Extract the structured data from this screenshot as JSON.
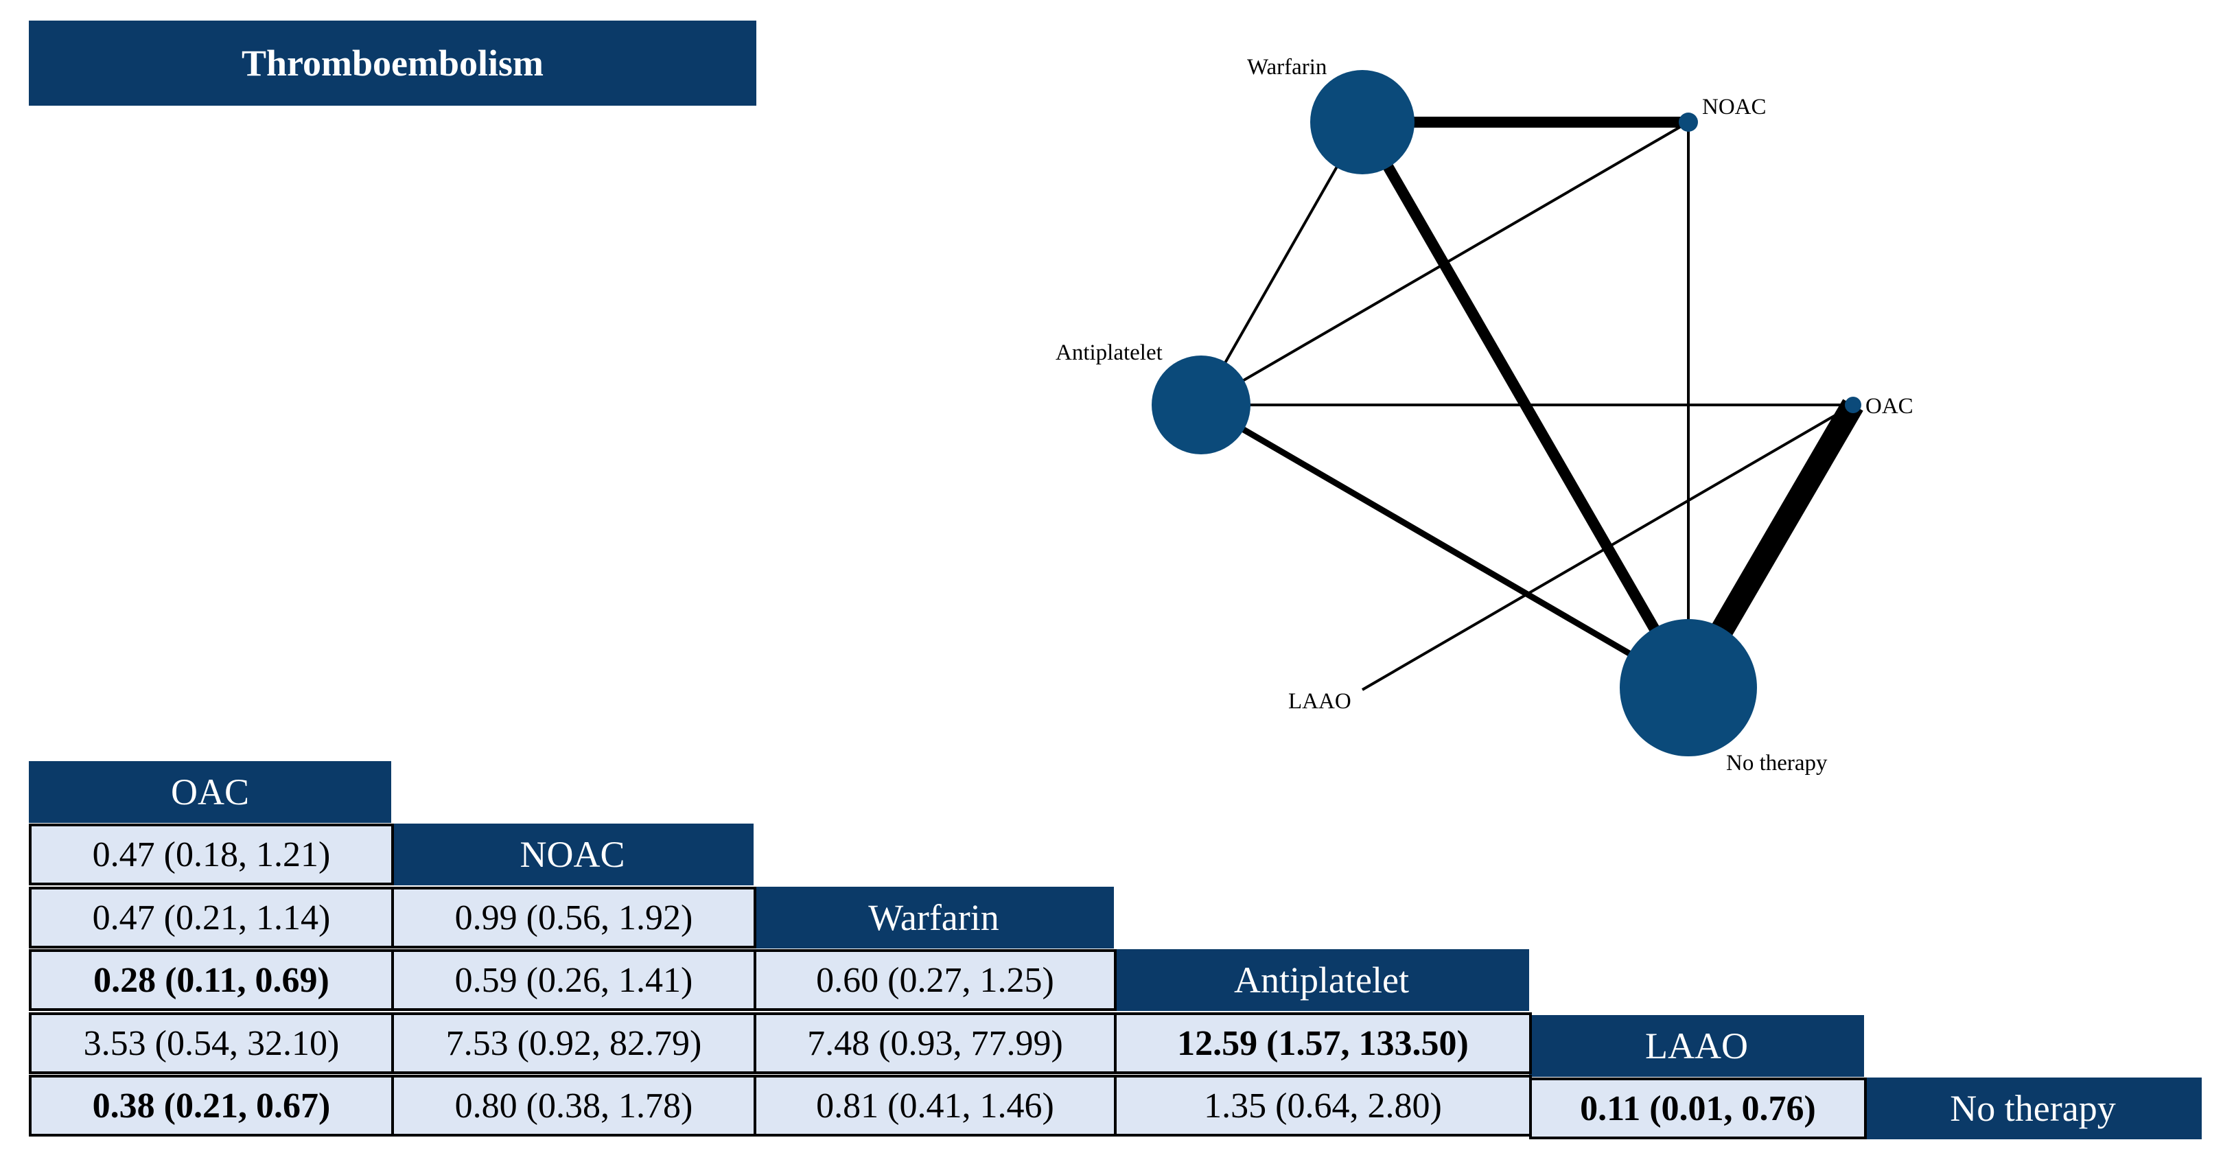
{
  "title": "Thromboembolism",
  "network": {
    "nodes": [
      {
        "id": "warfarin",
        "label": "Warfarin"
      },
      {
        "id": "noac",
        "label": "NOAC"
      },
      {
        "id": "antiplatelet",
        "label": "Antiplatelet"
      },
      {
        "id": "oac",
        "label": "OAC"
      },
      {
        "id": "laao",
        "label": "LAAO"
      },
      {
        "id": "no-therapy",
        "label": "No therapy"
      }
    ]
  },
  "league_table": {
    "treatments": [
      "OAC",
      "NOAC",
      "Warfarin",
      "Antiplatelet",
      "LAAO",
      "No therapy"
    ],
    "rows": [
      [
        {
          "text": "0.47 (0.18, 1.21)",
          "bold": false
        }
      ],
      [
        {
          "text": "0.47 (0.21, 1.14)",
          "bold": false
        },
        {
          "text": "0.99 (0.56, 1.92)",
          "bold": false
        }
      ],
      [
        {
          "text": "0.28 (0.11, 0.69)",
          "bold": true
        },
        {
          "text": "0.59 (0.26, 1.41)",
          "bold": false
        },
        {
          "text": "0.60 (0.27, 1.25)",
          "bold": false
        }
      ],
      [
        {
          "text": "3.53 (0.54, 32.10)",
          "bold": false
        },
        {
          "text": "7.53 (0.92, 82.79)",
          "bold": false
        },
        {
          "text": "7.48 (0.93, 77.99)",
          "bold": false
        },
        {
          "text": "12.59 (1.57, 133.50)",
          "bold": true
        }
      ],
      [
        {
          "text": "0.38 (0.21, 0.67)",
          "bold": true
        },
        {
          "text": "0.80 (0.38, 1.78)",
          "bold": false
        },
        {
          "text": "0.81 (0.41, 1.46)",
          "bold": false
        },
        {
          "text": "1.35 (0.64, 2.80)",
          "bold": false
        },
        {
          "text": "0.11 (0.01, 0.76)",
          "bold": true
        }
      ]
    ]
  },
  "colors": {
    "node": "#0b4a7a",
    "header": "#0b3a68",
    "cell": "#dde6f4",
    "edge": "#000000"
  }
}
